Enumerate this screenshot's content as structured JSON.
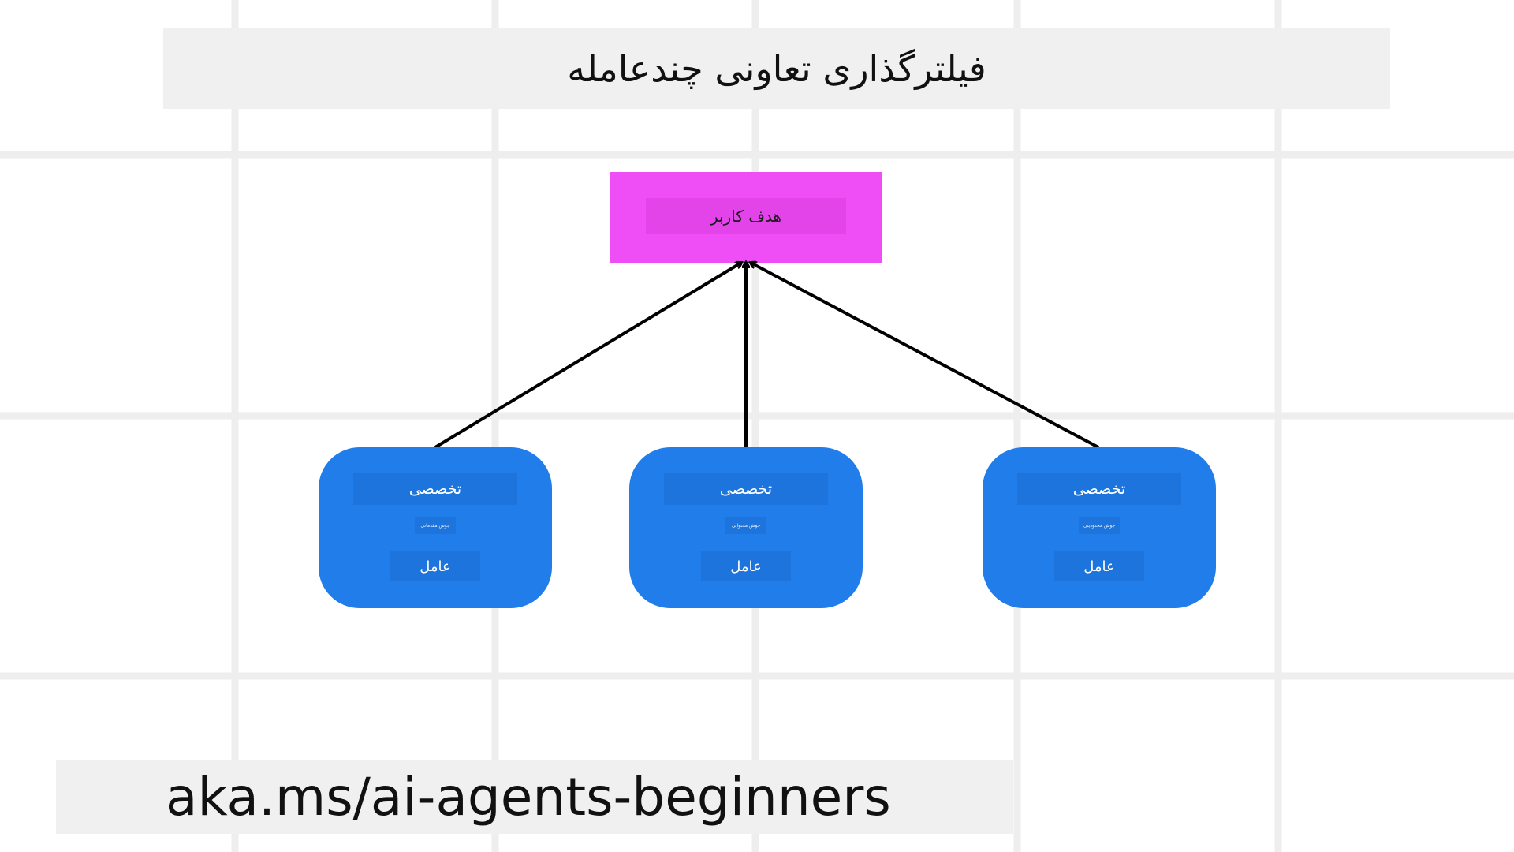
{
  "title": "فیلترگذاری تعاونی چندعامله",
  "goal": {
    "label": "هدف کاربر",
    "color": "#ef4ef7"
  },
  "agents": [
    {
      "specialty": "تخصصی",
      "task": "جوش مقدماتی",
      "role": "عامل"
    },
    {
      "specialty": "تخصصی",
      "task": "جوش محتوایی",
      "role": "عامل"
    },
    {
      "specialty": "تخصصی",
      "task": "جوش محدودیتی",
      "role": "عامل"
    }
  ],
  "agent_color": "#207de9",
  "footer": {
    "link": "aka.ms/ai-agents-beginners"
  },
  "arrow_icon": "arrow-up-icon"
}
